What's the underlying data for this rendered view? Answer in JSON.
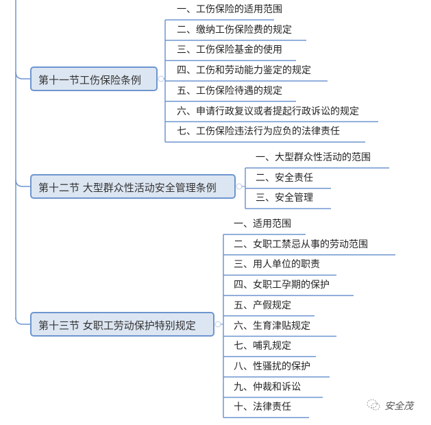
{
  "sections": [
    {
      "title": "第十一节工伤保险条例",
      "items": [
        "一、工伤保险的适用范围",
        "二、缴纳工伤保险费的规定",
        "三、工伤保险基金的使用",
        "四、工伤和劳动能力鉴定的规定",
        "五、工伤保险待遇的规定",
        "六、申请行政复议或者提起行政诉讼的规定",
        "七、工伤保险违法行为应负的法律责任"
      ]
    },
    {
      "title": "第十二节 大型群众性活动安全管理条例",
      "items": [
        "一、大型群众性活动的范围",
        "二、安全责任",
        "三、安全管理"
      ]
    },
    {
      "title": "第十三节 女职工劳动保护特别规定",
      "items": [
        "一、适用范围",
        "二、女职工禁忌从事的劳动范围",
        "三、用人单位的职责",
        "四、女职工孕期的保护",
        "五、产假规定",
        "六、生育津贴规定",
        "七、哺乳规定",
        "八、性骚扰的保护",
        "九、仲裁和诉讼",
        "十、法律责任"
      ]
    }
  ],
  "watermark": "安全茂",
  "colors": {
    "line": "#6d95cf",
    "node_fill": "#dce6f2"
  }
}
